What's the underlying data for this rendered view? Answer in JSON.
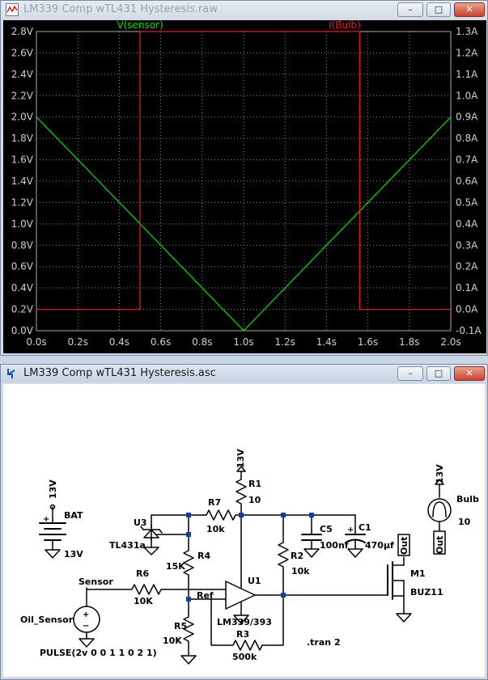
{
  "waveform_window": {
    "title": "LM339 Comp wTL431 Hysteresis.raw",
    "buttons": {
      "minimize": "–",
      "maximize": "□",
      "close": "✕"
    }
  },
  "schematic_window": {
    "title": "LM339 Comp wTL431 Hysteresis.asc",
    "buttons": {
      "minimize": "–",
      "maximize": "□",
      "close": "✕"
    }
  },
  "chart_data": {
    "type": "line",
    "series": [
      {
        "name": "V(sensor)",
        "color": "#00dd00",
        "axis": "left",
        "x": [
          0,
          1.0,
          2.0
        ],
        "y": [
          2.0,
          0.0,
          2.0
        ]
      },
      {
        "name": "I(Bulb)",
        "color": "#e02020",
        "axis": "right",
        "x": [
          0,
          0.5,
          0.5,
          1.56,
          1.56,
          2.0
        ],
        "y": [
          0.0,
          0.0,
          1.3,
          1.3,
          0.0,
          0.0
        ]
      }
    ],
    "xlim": [
      0,
      2.0
    ],
    "ylim_left": [
      0,
      2.8
    ],
    "ylim_right": [
      -0.1,
      1.3
    ],
    "x_ticks": [
      "0.0s",
      "0.2s",
      "0.4s",
      "0.6s",
      "0.8s",
      "1.0s",
      "1.2s",
      "1.4s",
      "1.6s",
      "1.8s",
      "2.0s"
    ],
    "y_left_ticks": [
      "0.0V",
      "0.2V",
      "0.4V",
      "0.6V",
      "0.8V",
      "1.0V",
      "1.2V",
      "1.4V",
      "1.6V",
      "1.8V",
      "2.0V",
      "2.2V",
      "2.4V",
      "2.6V",
      "2.8V"
    ],
    "y_right_ticks": [
      "-0.1A",
      "0.0A",
      "0.1A",
      "0.2A",
      "0.3A",
      "0.4A",
      "0.5A",
      "0.6A",
      "0.7A",
      "0.8A",
      "0.9A",
      "1.0A",
      "1.1A",
      "1.2A",
      "1.3A"
    ],
    "grid": true,
    "legend": "top"
  },
  "schematic": {
    "labels": {
      "bat_voltage": "13V",
      "bat_name": "BAT",
      "bat_gnd_voltage": "13V",
      "u3_name": "U3",
      "u3_part": "TL431a",
      "r7_name": "R7",
      "r7_value": "10k",
      "r1_supply": "13V",
      "r1_name": "R1",
      "r1_value": "10",
      "r4_name": "R4",
      "r4_value": "15K",
      "r6_name": "R6",
      "r6_value": "10K",
      "sensor_net": "Sensor",
      "ref_net": "Ref",
      "r5_name": "R5",
      "r5_value": "10K",
      "c5_name": "C5",
      "c5_value": "100nf",
      "c1_name": "C1",
      "c1_value": "470µf",
      "r2_name": "R2",
      "r2_value": "10k",
      "u1_name": "U1",
      "u1_part": "LM339/393",
      "r3_name": "R3",
      "r3_value": "500k",
      "out_label": "Out",
      "bulb_out_label": "Out",
      "m1_name": "M1",
      "m1_part": "BUZ11",
      "bulb_supply": "13V",
      "bulb_name": "Bulb",
      "bulb_value": "10",
      "oil_sensor": "Oil_Sensor",
      "pulse": "PULSE(2v 0 0 1 1 0 2 1)",
      "tran": ".tran 2"
    }
  }
}
